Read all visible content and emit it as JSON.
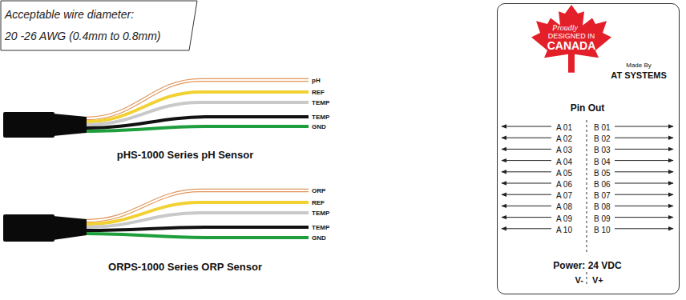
{
  "diagram": {
    "nodes": [
      {
        "text": [
          "Acceptable wire diameter:",
          "20 -26 AWG (0.4mm to 0.8mm)"
        ]
      },
      {
        "text": [
          "Made By",
          "AT SYSTEMS",
          "Pin Out",
          "A 01",
          "A 02",
          "A 03",
          "A 04",
          "A 05",
          "A 06",
          "A 07",
          "A 08",
          "A 09",
          "A 10",
          "B 01",
          "B 02",
          "B 03",
          "B 04",
          "B 05",
          "B 06",
          "B 07",
          "B 08",
          "B 09",
          "B 10",
          "Power: 24 VDC",
          "V-",
          "V+"
        ]
      },
      {
        "text": [
          "Proudly",
          "DESIGNED IN",
          "CANADA"
        ],
        "in": 1
      }
    ],
    "labels": [
      "pH",
      "REF",
      "TEMP",
      "TEMP",
      "GND",
      "pHS-1000 Series  pH Sensor",
      "ORP",
      "REF",
      "TEMP",
      "TEMP",
      "GND",
      "ORPS-1000 Series  ORP Sensor"
    ]
  }
}
